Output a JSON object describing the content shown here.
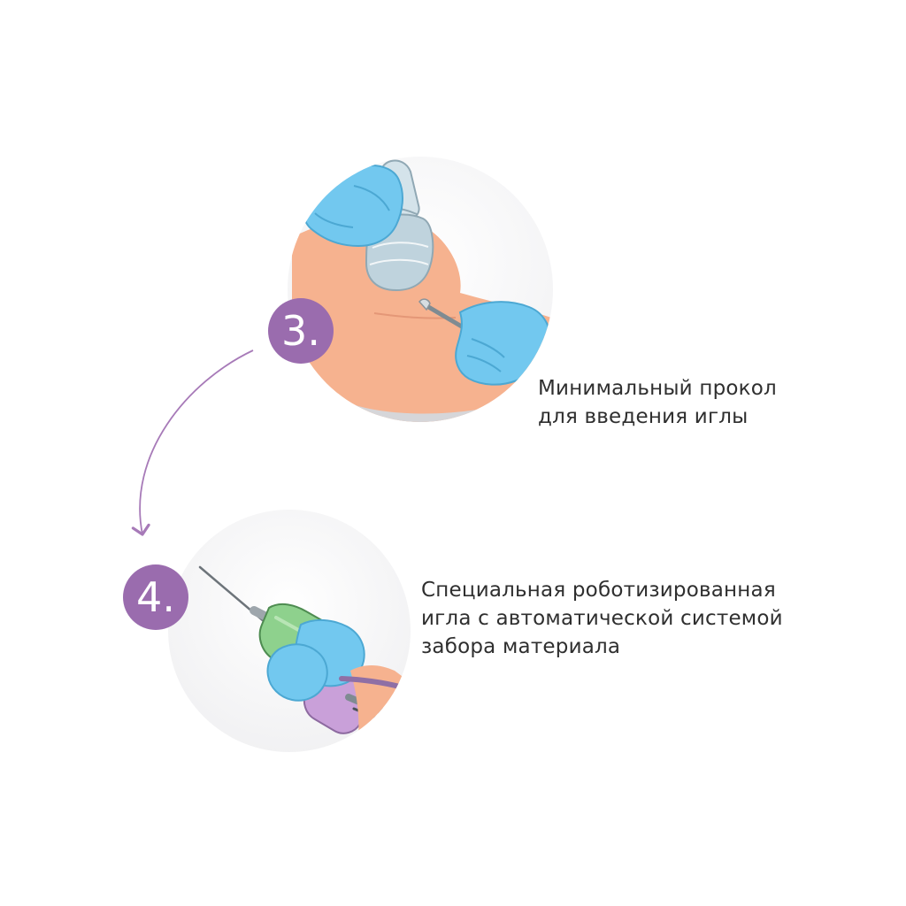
{
  "steps": [
    {
      "number": "3.",
      "caption_lines": [
        "Минимальный прокол",
        "для введения иглы"
      ]
    },
    {
      "number": "4.",
      "caption_lines": [
        "Специальная роботизированная",
        "игла с автоматической системой",
        "забора материала"
      ]
    }
  ],
  "colors": {
    "badge": "#9a6cae",
    "arrow": "#a77ab8",
    "skin": "#f6b28f",
    "glove": "#72c8ef",
    "probe": "#bfd3dd",
    "needle_body": "#8ed18d",
    "needle_handle": "#c9a0d9",
    "circle_bg": "#f5f5f6"
  },
  "icons": {
    "step3": "ultrasound-scalpel-illustration",
    "step4": "robotic-needle-illustration"
  }
}
